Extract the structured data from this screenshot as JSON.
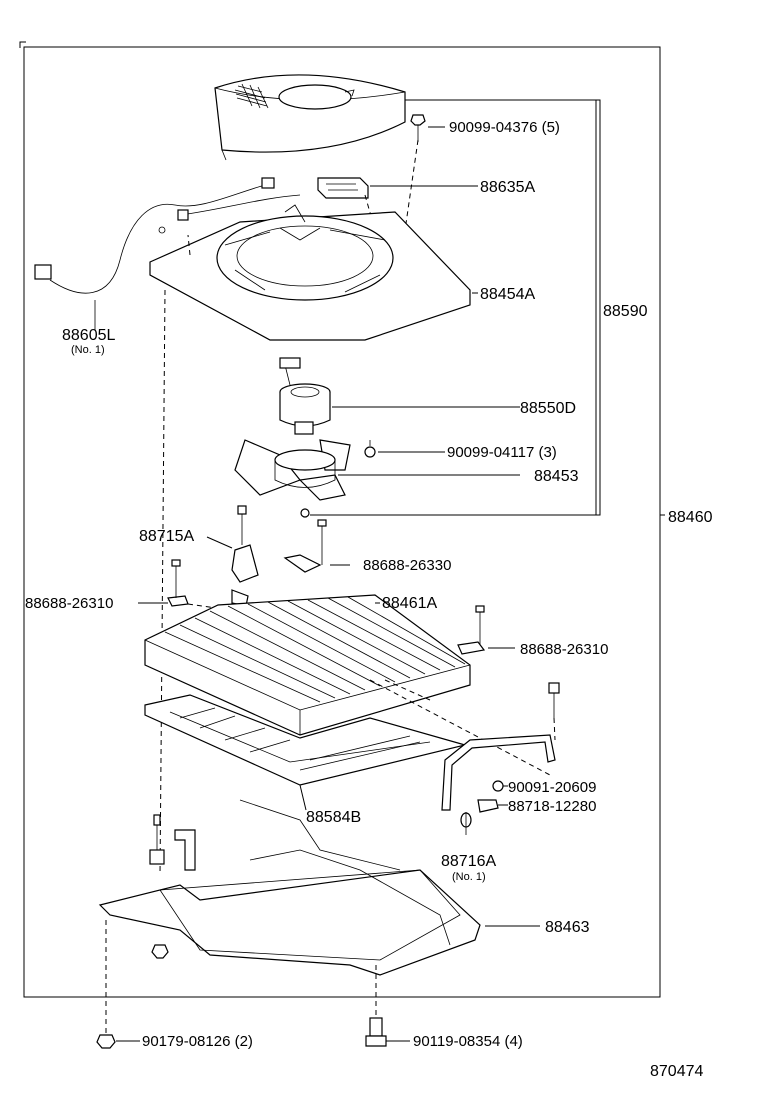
{
  "diagram_id": "870474",
  "parts": {
    "p88460": "88460",
    "p88590": "88590",
    "p90099_04376": "90099-04376 (5)",
    "p88635A": "88635A",
    "p88454A": "88454A",
    "p88605L": "88605L",
    "p88605L_note": "(No. 1)",
    "p88550D": "88550D",
    "p90099_04117": "90099-04117 (3)",
    "p88453": "88453",
    "p88715A": "88715A",
    "p88688_26330": "88688-26330",
    "p88688_26310_left": "88688-26310",
    "p88461A": "88461A",
    "p88688_26310_right": "88688-26310",
    "p90091_20609": "90091-20609",
    "p88718_12280": "88718-12280",
    "p88584B": "88584B",
    "p88716A": "88716A",
    "p88716A_note": "(No. 1)",
    "p88463": "88463",
    "p90179_08126": "90179-08126 (2)",
    "p90119_08354": "90119-08354 (4)"
  }
}
